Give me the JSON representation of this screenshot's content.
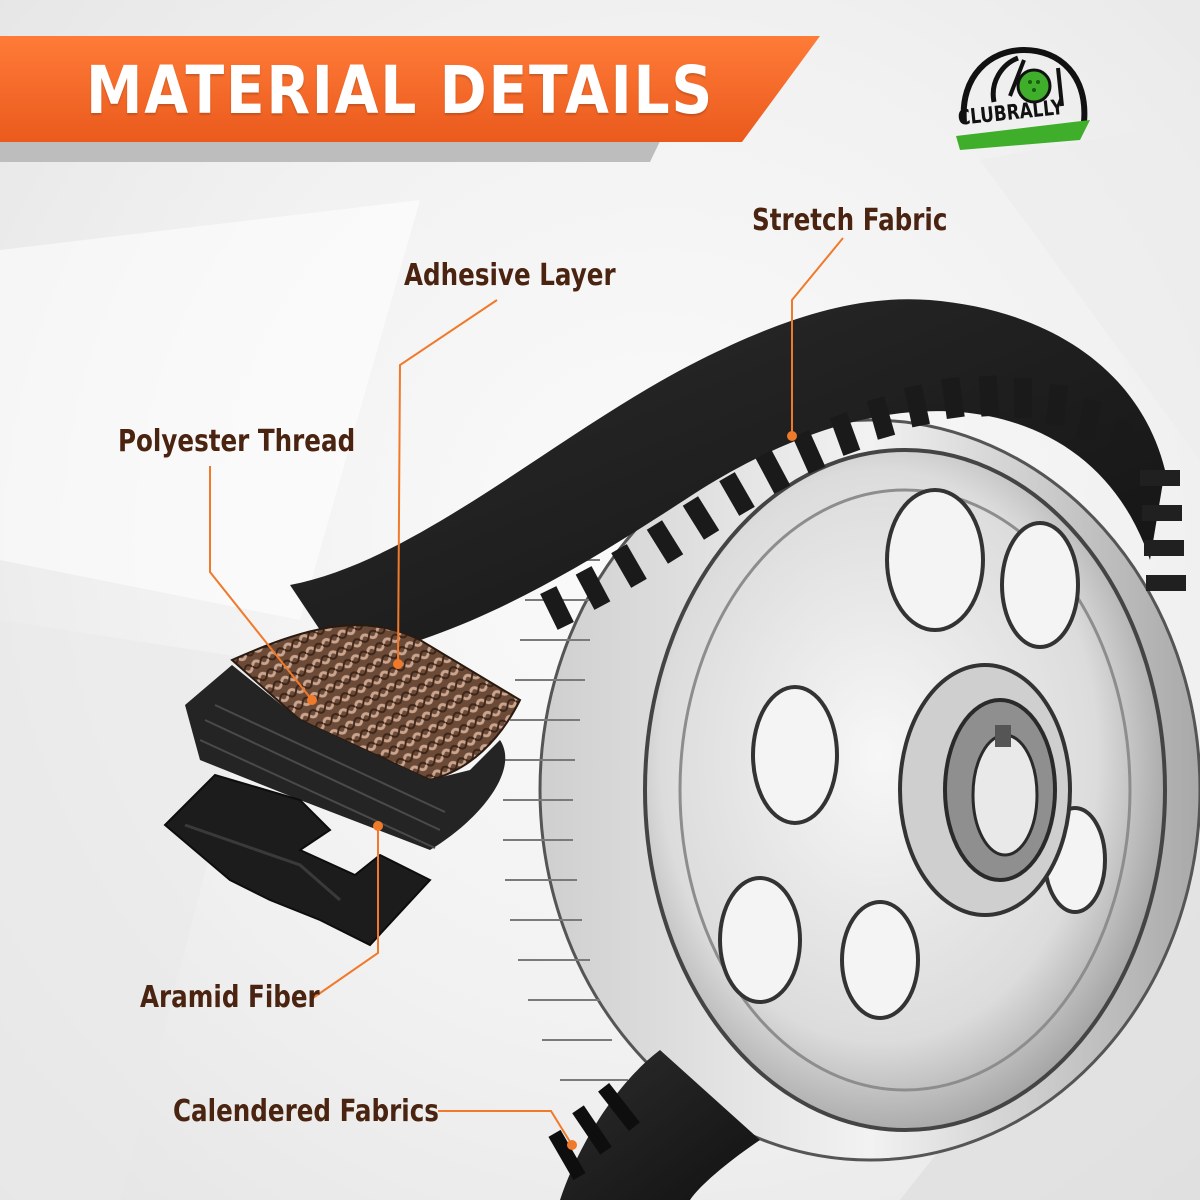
{
  "header": {
    "title": "MATERIAL DETAILS",
    "accent_color": "#f4692a",
    "shadow_color": "#b7b7b7"
  },
  "logo": {
    "text": "CLUBRALLY",
    "icon": "golf-hole-icon",
    "accent_color": "#3fae2a"
  },
  "labels": {
    "stretch_fabric": "Stretch Fabric",
    "adhesive_layer": "Adhesive Layer",
    "polyester_thread": "Polyester Thread",
    "aramid_fiber": "Aramid Fiber",
    "calendered_fabrics": "Calendered Fabrics"
  },
  "colors": {
    "label_text": "#4a2410",
    "leader_line": "#f07a2a",
    "belt": "#1c1c1c"
  }
}
